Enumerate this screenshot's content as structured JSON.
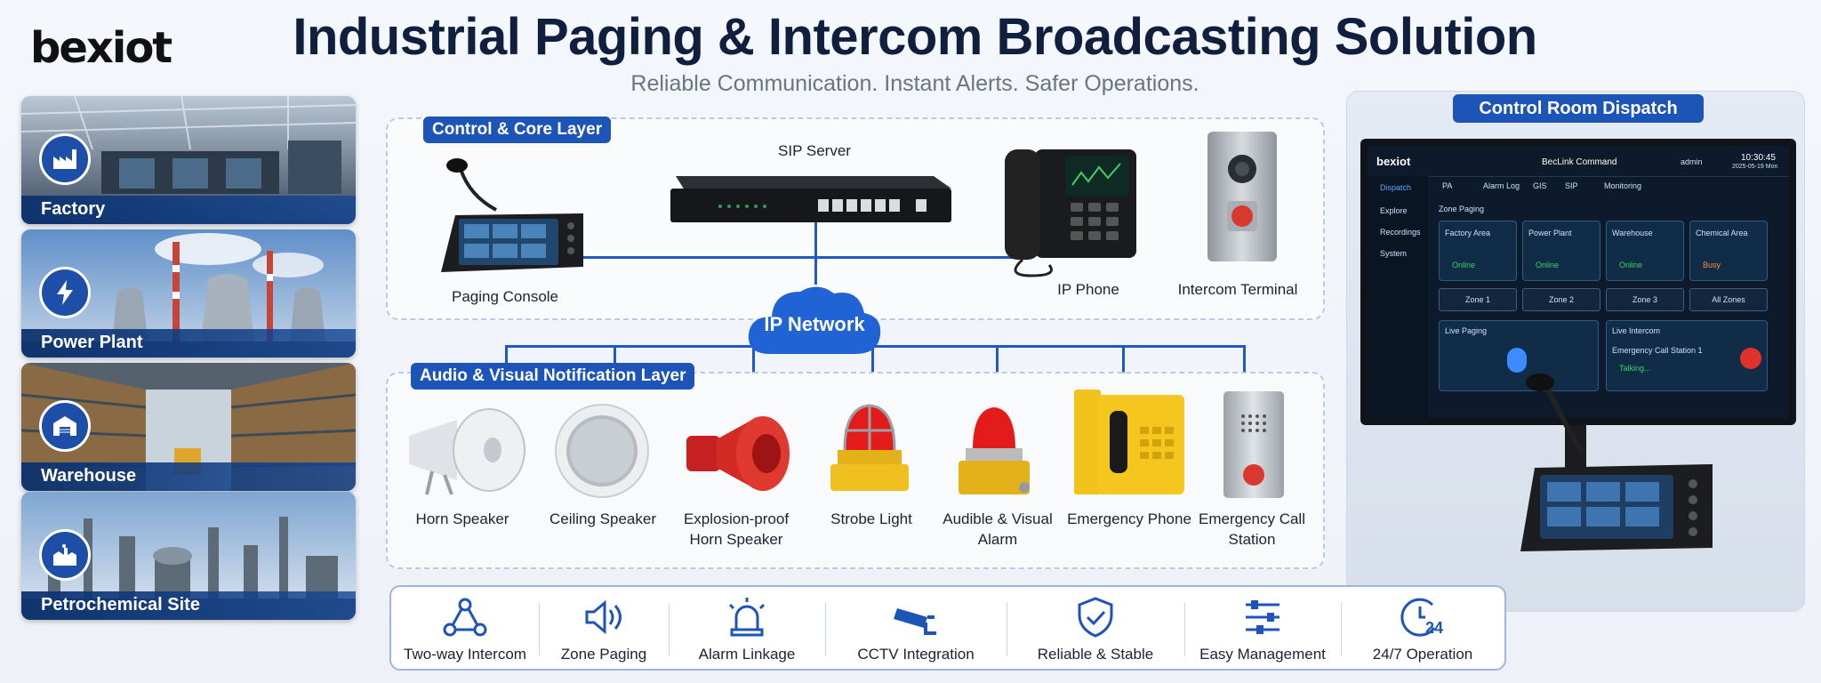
{
  "brand": {
    "logo": "bexiot"
  },
  "header": {
    "title": "Industrial Paging & Intercom Broadcasting Solution",
    "subtitle": "Reliable Communication. Instant Alerts. Safer Operations."
  },
  "scenarios": [
    {
      "label": "Factory",
      "icon": "factory-icon"
    },
    {
      "label": "Power Plant",
      "icon": "lightning-icon"
    },
    {
      "label": "Warehouse",
      "icon": "warehouse-icon"
    },
    {
      "label": "Petrochemical Site",
      "icon": "refinery-icon"
    }
  ],
  "core_layer": {
    "tag": "Control & Core Layer",
    "devices": {
      "paging_console": "Paging Console",
      "sip_server": "SIP Server",
      "ip_phone": "IP Phone",
      "intercom_terminal": "Intercom Terminal"
    },
    "network": "IP Network"
  },
  "notification_layer": {
    "tag": "Audio & Visual Notification Layer",
    "devices": [
      {
        "line1": "Horn Speaker",
        "line2": ""
      },
      {
        "line1": "Ceiling Speaker",
        "line2": ""
      },
      {
        "line1": "Explosion-proof",
        "line2": "Horn Speaker"
      },
      {
        "line1": "Strobe Light",
        "line2": ""
      },
      {
        "line1": "Audible & Visual",
        "line2": "Alarm"
      },
      {
        "line1": "Emergency Phone",
        "line2": ""
      },
      {
        "line1": "Emergency Call",
        "line2": "Station"
      }
    ]
  },
  "dispatch": {
    "tag": "Control Room Dispatch",
    "screen": {
      "brand": "bexiot",
      "app_title": "BecLink Command",
      "user": "admin",
      "time": "10:30:45",
      "date": "2025-05-19 Mon",
      "sidebar": [
        "Dispatch",
        "Explore",
        "Recordings",
        "System"
      ],
      "tabs": [
        "PA",
        "Alarm Log",
        "GIS",
        "SIP",
        "Monitoring"
      ],
      "section": "Zone Paging",
      "zones": [
        {
          "name": "Factory Area",
          "status": "Online"
        },
        {
          "name": "Power Plant",
          "status": "Online"
        },
        {
          "name": "Warehouse",
          "status": "Online"
        },
        {
          "name": "Chemical Area",
          "status": "Busy"
        }
      ],
      "zone_buttons": [
        "Zone 1",
        "Zone 2",
        "Zone 3",
        "All Zones"
      ],
      "live_paging": "Live Paging",
      "live_intercom": "Live Intercom",
      "intercom_station": "Emergency Call Station 1",
      "intercom_status": "Talking..."
    },
    "colors": {
      "online": "#3fcf6b",
      "busy": "#ff8a3d",
      "accent": "#1c54b8"
    }
  },
  "features": [
    {
      "label": "Two-way Intercom",
      "icon": "network-nodes-icon"
    },
    {
      "label": "Zone Paging",
      "icon": "speaker-icon"
    },
    {
      "label": "Alarm Linkage",
      "icon": "alarm-beacon-icon"
    },
    {
      "label": "CCTV Integration",
      "icon": "cctv-camera-icon"
    },
    {
      "label": "Reliable & Stable",
      "icon": "shield-check-icon"
    },
    {
      "label": "Easy Management",
      "icon": "sliders-icon"
    },
    {
      "label": "24/7 Operation",
      "icon": "clock-24-icon"
    }
  ]
}
